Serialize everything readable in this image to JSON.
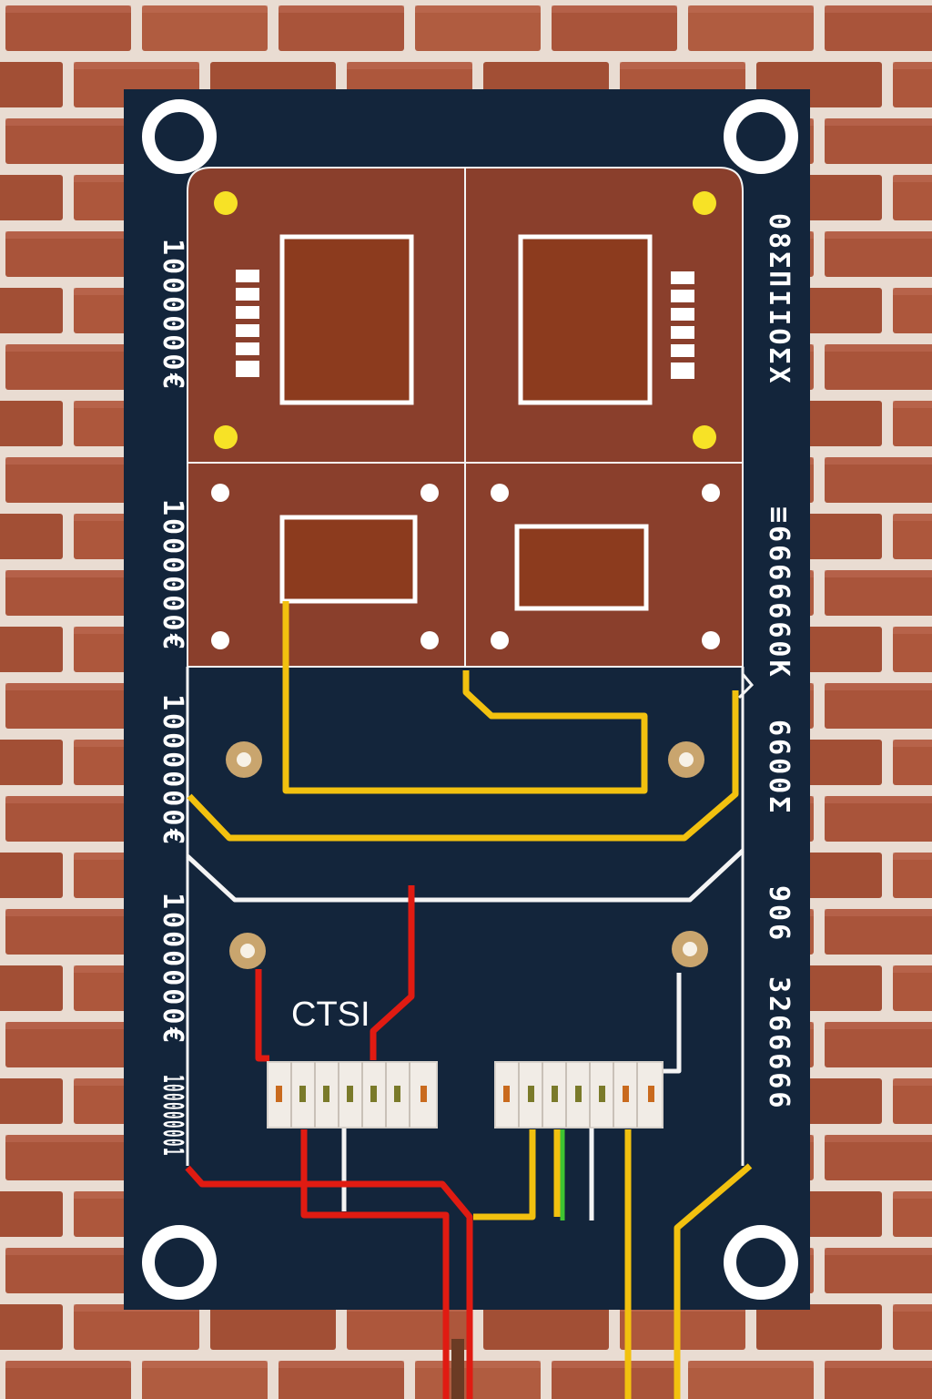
{
  "scene": {
    "subject": "printed-circuit-board",
    "background": "brick-wall"
  },
  "colors": {
    "brick": "#a9543a",
    "mortar": "#e9dcd2",
    "board": "#13253b",
    "copper": "#8a3f2c",
    "copper_pad": "#8c3b1e",
    "trace_yellow": "#f2c10f",
    "trace_red": "#e01b12",
    "trace_white": "#f4f4f4",
    "trace_green": "#3fc431",
    "silkscreen": "#ffffff"
  },
  "labels": {
    "ic": "CTSI",
    "left_silk_1": "1000000€",
    "left_silk_2": "1000000€",
    "left_silk_3": "1000000€",
    "left_silk_4": "1000000€",
    "left_silk_5": "100000001",
    "right_silk_1": "08ΣΠΙΙΟΣΧ",
    "right_silk_2": "≡6666660Κ",
    "right_silk_3": "6600Σ",
    "right_silk_4": "906",
    "right_silk_5": "3266666"
  },
  "icons": [
    "mounting-hole-icon",
    "ic-chip-icon",
    "connector-header-icon"
  ]
}
